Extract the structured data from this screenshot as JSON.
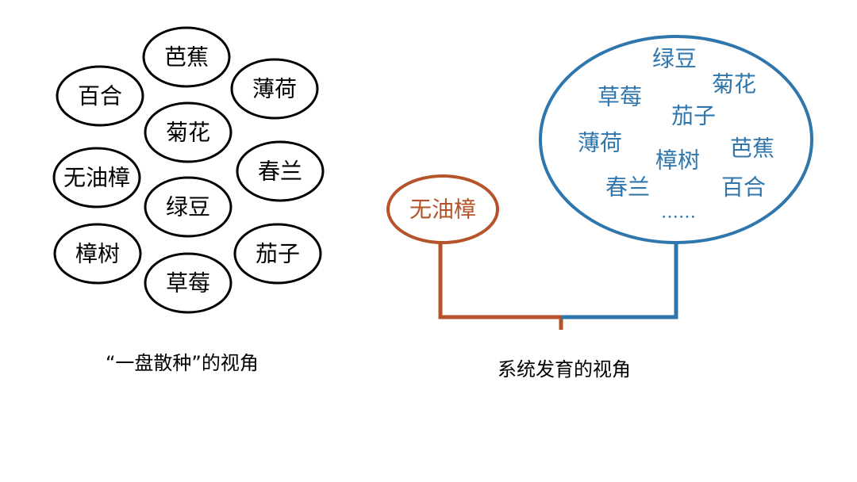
{
  "colors": {
    "outline": "#000000",
    "outgroup": "#b5532a",
    "ingroup": "#2f76ad"
  },
  "scatter_view": {
    "caption": "“一盘散种”的视角",
    "nodes": [
      {
        "name": "bajiao",
        "label": "芭蕉"
      },
      {
        "name": "baihe",
        "label": "百合"
      },
      {
        "name": "bohe",
        "label": "薄荷"
      },
      {
        "name": "juhua",
        "label": "菊花"
      },
      {
        "name": "wuyouzhang",
        "label": "无油樟"
      },
      {
        "name": "chunlan",
        "label": "春兰"
      },
      {
        "name": "lvdou",
        "label": "绿豆"
      },
      {
        "name": "zhangshu",
        "label": "樟树"
      },
      {
        "name": "qiezi",
        "label": "茄子"
      },
      {
        "name": "caomei",
        "label": "草莓"
      }
    ]
  },
  "phylogeny_view": {
    "caption": "系统发育的视角",
    "outgroup": {
      "label": "无油樟"
    },
    "ingroup": {
      "members": [
        {
          "name": "lvdou",
          "label": "绿豆"
        },
        {
          "name": "juhua",
          "label": "菊花"
        },
        {
          "name": "caomei",
          "label": "草莓"
        },
        {
          "name": "qiezi",
          "label": "茄子"
        },
        {
          "name": "bohe",
          "label": "薄荷"
        },
        {
          "name": "zhangshu",
          "label": "樟树"
        },
        {
          "name": "bajiao",
          "label": "芭蕉"
        },
        {
          "name": "chunlan",
          "label": "春兰"
        },
        {
          "name": "baihe",
          "label": "百合"
        }
      ],
      "ellipsis": "……"
    }
  }
}
